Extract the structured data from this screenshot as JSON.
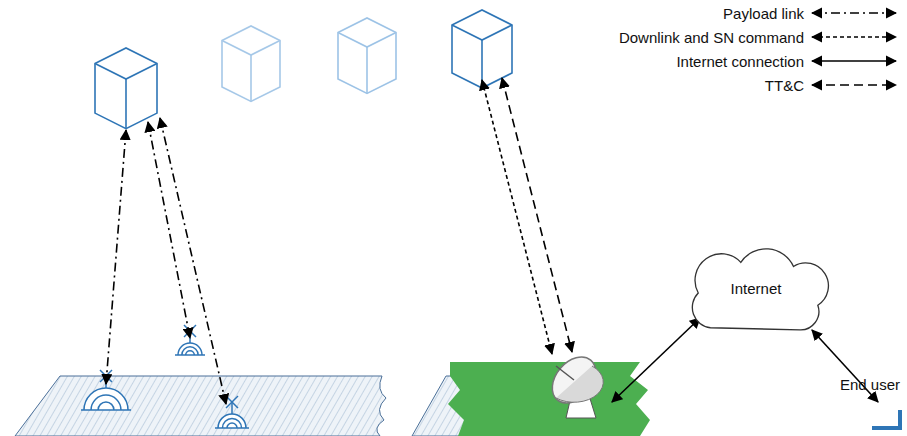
{
  "diagram": {
    "nodes": [
      {
        "text": [
          "Internet"
        ]
      }
    ],
    "labels": [
      "End user"
    ],
    "legend": [
      {
        "text": "Payload link"
      },
      {
        "text": "Downlink and SN command"
      },
      {
        "text": "Internet connection"
      },
      {
        "text": "TT&C"
      }
    ]
  }
}
